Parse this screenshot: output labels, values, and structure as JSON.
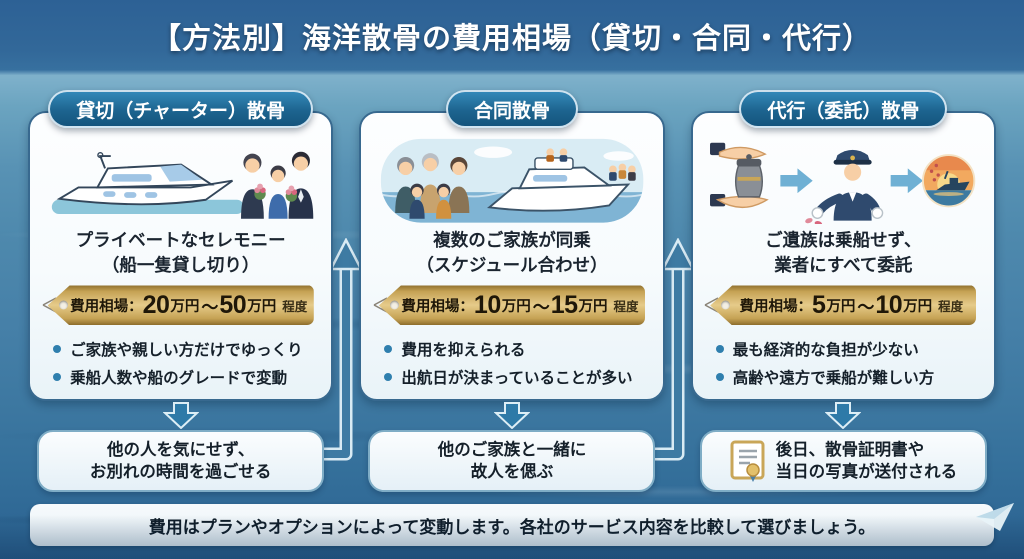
{
  "title": "【方法別】海洋散骨の費用相場（貸切・合同・代行）",
  "footer": "費用はプランやオプションによって変動します。各社のサービス内容を比較して選びましょう。",
  "columns": [
    {
      "header": "貸切（チャーター）散骨",
      "illustration": "charter-boat-and-mourning-family",
      "subtitle": [
        "プライベートなセレモニー",
        "（船一隻貸し切り）"
      ],
      "price": {
        "label": "費用相場：",
        "min": "20",
        "min_unit": "万円",
        "tilde": "〜",
        "max": "50",
        "max_unit": "万円",
        "approx": "程度"
      },
      "bullets": [
        "ご家族や親しい方だけでゆっくり",
        "乗船人数や船のグレードで変動"
      ],
      "outcome": [
        "他の人を気にせず、",
        "お別れの時間を過ごせる"
      ]
    },
    {
      "header": "合同散骨",
      "illustration": "multiple-families-with-shared-boat",
      "subtitle": [
        "複数のご家族が同乗",
        "（スケジュール合わせ）"
      ],
      "price": {
        "label": "費用相場：",
        "min": "10",
        "min_unit": "万円",
        "tilde": "〜",
        "max": "15",
        "max_unit": "万円",
        "approx": "程度"
      },
      "bullets": [
        "費用を抑えられる",
        "出航日が決まっていることが多い"
      ],
      "outcome": [
        "他のご家族と一緒に",
        "故人を偲ぶ"
      ]
    },
    {
      "header": "代行（委託）散骨",
      "illustration": "urn-handoff-captain-scattering-at-sunset",
      "subtitle": [
        "ご遺族は乗船せず、",
        "業者にすべて委託"
      ],
      "price": {
        "label": "費用相場：",
        "min": "5",
        "min_unit": "万円",
        "tilde": "〜",
        "max": "10",
        "max_unit": "万円",
        "approx": "程度"
      },
      "bullets": [
        "最も経済的な負担が少ない",
        "高齢や遠方で乗船が難しい方"
      ],
      "outcome": [
        "後日、散骨証明書や",
        "当日の写真が送付される"
      ],
      "outcome_icon": "certificate-icon"
    }
  ],
  "icons": {
    "down-arrow-icon": "thick blue arrow pointing down",
    "flow-arrow-icon": "blue elbow connector arrow pointing up",
    "certificate-icon": "white certificate page with gold seal and blue ribbon",
    "paper-plane-icon": "light paper plane decoration"
  },
  "colors": {
    "ocean_top": "#2d6195",
    "ocean_light_band": "#7fb1cb",
    "pill_blue": "#1d648f",
    "arrow_blue": "#3e7ba3",
    "tag_gold": "#e6cb8a",
    "card_border": "#38698f",
    "bullet_dot": "#2f7fae"
  }
}
